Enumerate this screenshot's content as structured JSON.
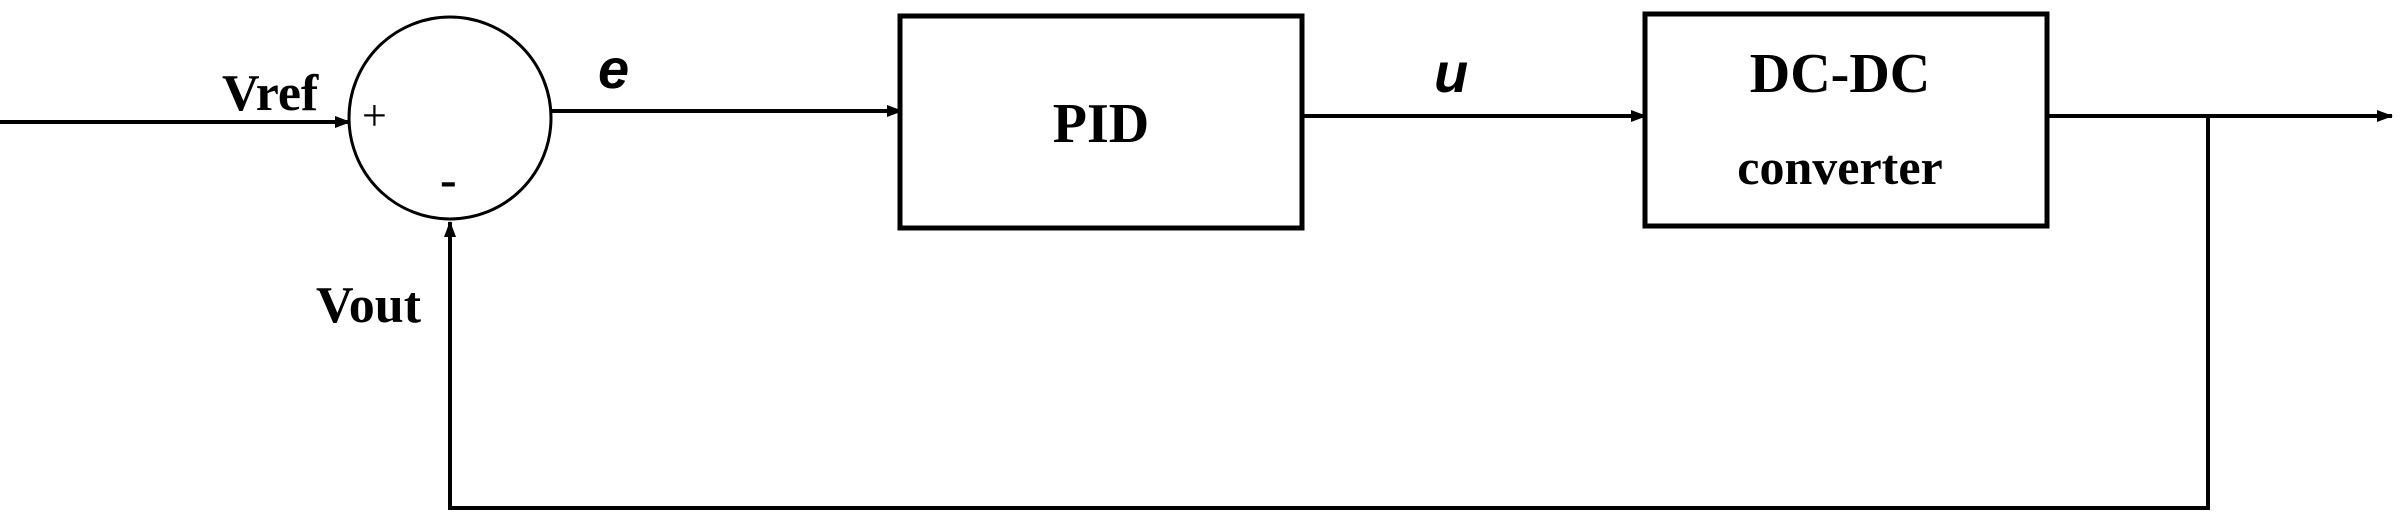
{
  "labels": {
    "vref": "Vref",
    "plus_sign": "+",
    "minus_sign": "-",
    "error_signal": "e",
    "vout": "Vout",
    "control_signal": "u"
  },
  "blocks": {
    "pid": {
      "label": "PID"
    },
    "converter": {
      "line1": "DC-DC",
      "line2": "converter"
    }
  },
  "colors": {
    "stroke": "#000000",
    "background": "#ffffff"
  }
}
